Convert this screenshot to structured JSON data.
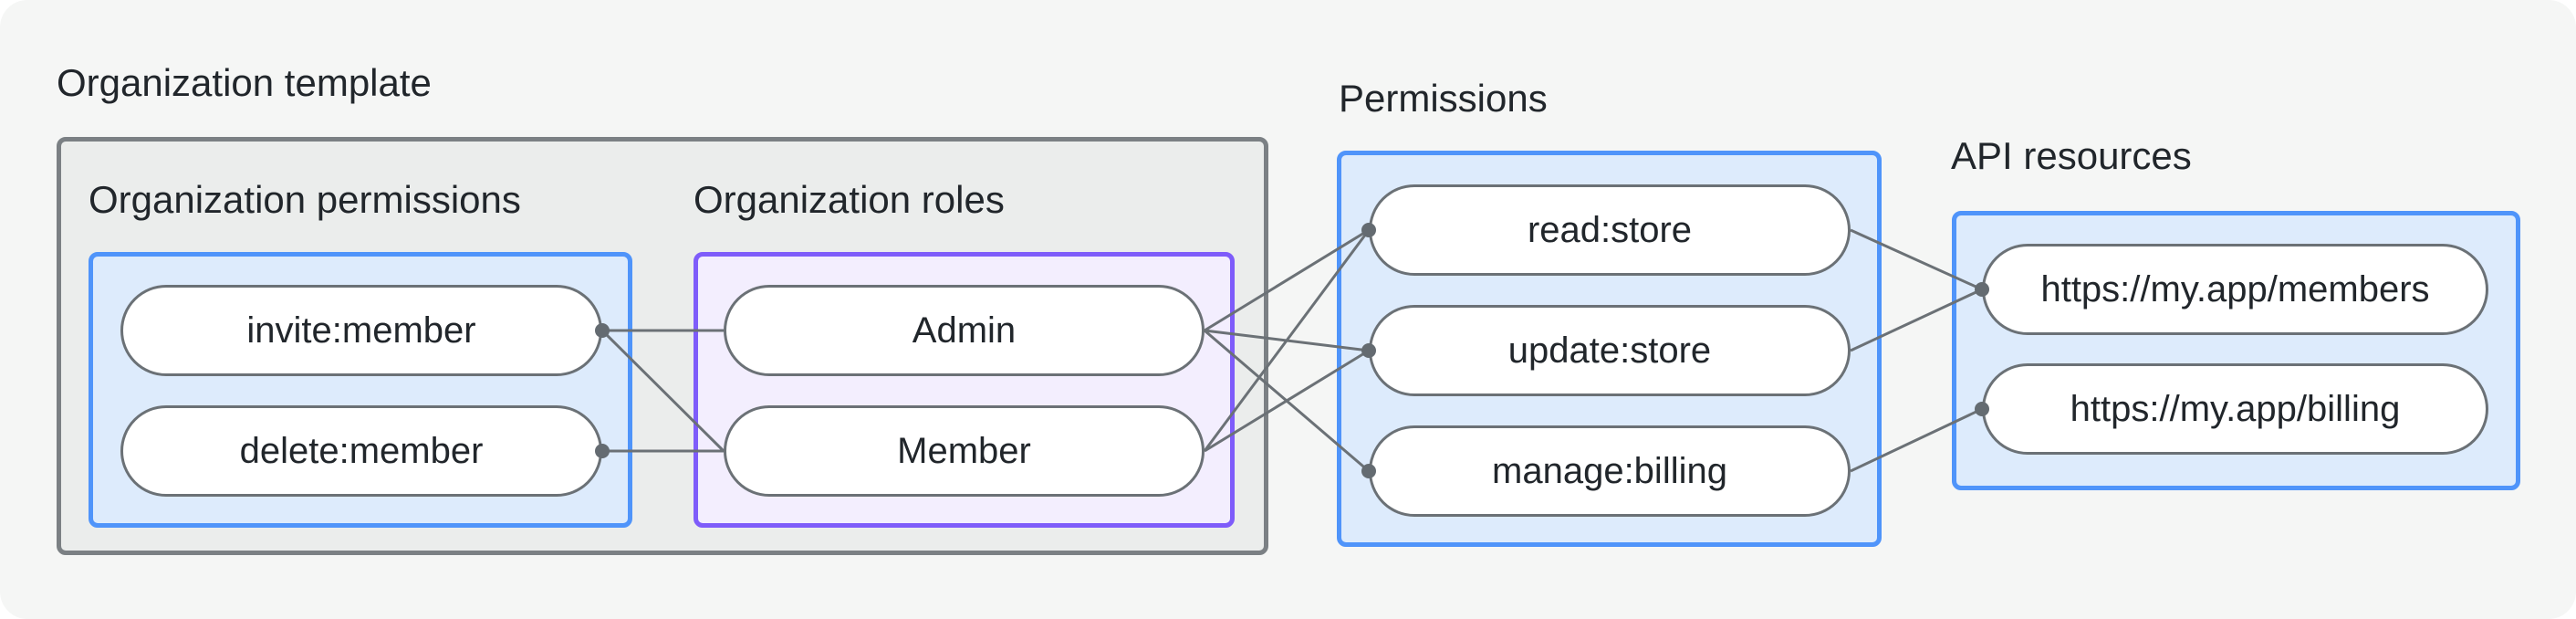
{
  "colors": {
    "canvas_bg": "#f5f6f5",
    "gray_box_bg": "#ebedec",
    "gray_box_border": "#7b8084",
    "blue_box_bg": "#ddebfc",
    "blue_box_border": "#4f94fa",
    "purple_box_bg": "#f3eefe",
    "purple_box_border": "#7e5cfa",
    "pill_bg": "#ffffff",
    "pill_border": "#6b7176",
    "line": "#6b7176",
    "dot": "#646b71",
    "text": "#21262b"
  },
  "headings": {
    "org_template": "Organization template",
    "org_permissions": "Organization permissions",
    "org_roles": "Organization roles",
    "permissions": "Permissions",
    "api_resources": "API resources"
  },
  "nodes": {
    "invite": {
      "label": "invite:member",
      "group": "org_permissions"
    },
    "delete": {
      "label": "delete:member",
      "group": "org_permissions"
    },
    "admin": {
      "label": "Admin",
      "group": "org_roles"
    },
    "member": {
      "label": "Member",
      "group": "org_roles"
    },
    "read": {
      "label": "read:store",
      "group": "permissions"
    },
    "update": {
      "label": "update:store",
      "group": "permissions"
    },
    "manage": {
      "label": "manage:billing",
      "group": "permissions"
    },
    "members_resource": {
      "label": "https://my.app/members",
      "group": "api_resources"
    },
    "billing_resource": {
      "label": "https://my.app/billing",
      "group": "api_resources"
    }
  },
  "edges": [
    {
      "from": "invite",
      "to": "admin"
    },
    {
      "from": "invite",
      "to": "member"
    },
    {
      "from": "delete",
      "to": "member"
    },
    {
      "from": "admin",
      "to": "read"
    },
    {
      "from": "admin",
      "to": "update"
    },
    {
      "from": "admin",
      "to": "manage"
    },
    {
      "from": "member",
      "to": "read"
    },
    {
      "from": "member",
      "to": "update"
    },
    {
      "from": "read",
      "to": "members_resource"
    },
    {
      "from": "update",
      "to": "members_resource"
    },
    {
      "from": "manage",
      "to": "billing_resource"
    }
  ],
  "dots": [
    "invite.out",
    "delete.out",
    "read.in",
    "update.in",
    "manage.in",
    "members_resource.in",
    "billing_resource.in"
  ]
}
